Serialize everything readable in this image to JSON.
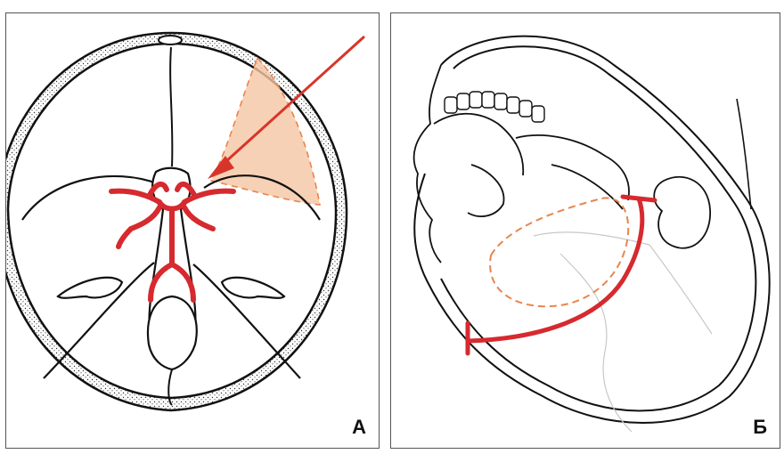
{
  "panels": [
    {
      "id": "A",
      "label": "А"
    },
    {
      "id": "B",
      "label": "Б"
    }
  ],
  "colors": {
    "line": "#111111",
    "artery": "#d62a2f",
    "arrow": "#d8352a",
    "highlight_fill": "#f5c6a3",
    "dashed": "#e8854f",
    "suture": "#c8c8c8"
  }
}
